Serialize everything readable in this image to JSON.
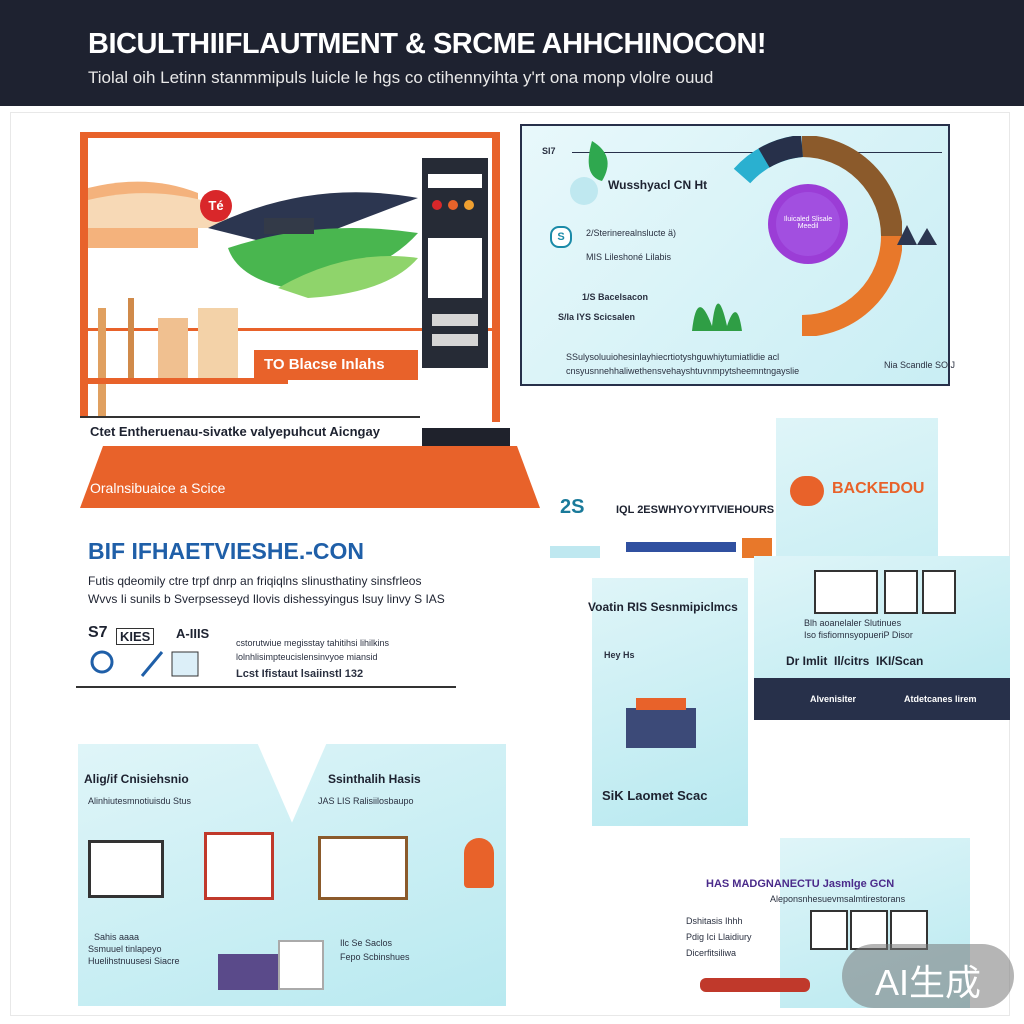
{
  "header": {
    "title": "BICULTHIIFLAUTMENT & SRCME AHHCHINOCON!",
    "subtitle": "Tiolal oih Letinn stanmmipuls luicle le hgs co ctihennyihta y'rt ona monp  vlolre ouud"
  },
  "panel1": {
    "screen_badge": "Té",
    "banner": "TO Blacse Inlahs",
    "caption": "Ctet Entheruenau-sivatke valyepuhcut Aicngay",
    "footer": "Oralnsibuaice a Scice"
  },
  "panel2": {
    "title_fragment": "SI7",
    "heading": "Wusshyacl CN Ht",
    "item1": "2/Sterinerealnslucte ä)",
    "item2": "MIS Lileshoné Lilabis",
    "metric1": "1/S Bacelsacon",
    "metric2": "S/Ia IYS Scicsalen",
    "description": "SSulysoluuiohesinlayhiecrtiotyshguwhiytumiatlidie acl",
    "description2": "cnsyusnnehhaliwethensvehayshtuvnmpytsheemntngayslie",
    "right_note": "Nia Scandle SOIJ",
    "donut_label": "Iluicaled Slisale Meedil"
  },
  "panel3": {
    "title": "BIF IFHAETVIESHE.-CON",
    "line1": "Futis qdeomily ctre trpf dnrp an friqiqlns slinusthatiny sinsfrleos",
    "line2": "Wvvs Ii sunils b Sverpsesseyd Ilovis dishessyingus lsuy linvy S IAS",
    "stat1": "S7",
    "stat2": "KIES",
    "stat3": "A-IIIS",
    "note1": "cstorutwiue megisstay tahitihsi lihilkins",
    "note2": "lolnhlisimpteucislensinvyoe miansid",
    "note3": "Lcst Ifistaut lsaiinstl 132"
  },
  "panel4": {
    "header_badge": "2S",
    "header_text": "IQL 2ESWHYOYYITVIEHOURS",
    "title": "BACKEDOU",
    "left_title": "Voatin RIS Sesnmipiclmcs",
    "left_item": "Hey Hs",
    "left_footer": "SiK Laomet Scac",
    "right_caption1": "Blh aoanelaler Slutinues",
    "right_caption2": "Iso fisfiomnsyopueriP Disor",
    "right_stats": "Dr Imlit  Il/citrs  IKI/Scan",
    "footer_a": "Alvenisiter",
    "footer_b": "Atdetcanes lirem"
  },
  "panel5": {
    "label_a1": "Alig/if Cnisiehsnio",
    "label_a2": "Alinhiutesmnotiuisdu Stus",
    "label_b1": "Ssinthalih Hasis",
    "label_b2": "JAS LIS Ralisiilosbaupo",
    "caption_a1": "Sahis aaaa",
    "caption_a2": "Ssmuuel tinlapeyo",
    "caption_a3": "Huelihstnuusesi Siacre",
    "caption_b1": "Ilc Se Saclos",
    "caption_b2": "Fepo Scbinshues"
  },
  "panel6": {
    "title": "HAS MADGNANECTU Jasmlge GCN",
    "subtitle": "Aleponsnhesuevmsalmtirestorans",
    "caption1": "Dshitasis Ihhh",
    "caption2": "Pdig Ici Llaidiury",
    "caption3": "Dicerfitsiliwa"
  },
  "watermark": "AI生成",
  "colors": {
    "header_bg": "#1e2230",
    "orange": "#e8622a",
    "navy": "#27304a",
    "cyan": "#c9eef4",
    "title_blue": "#1f5fa8",
    "purple": "#9b3dd6"
  }
}
